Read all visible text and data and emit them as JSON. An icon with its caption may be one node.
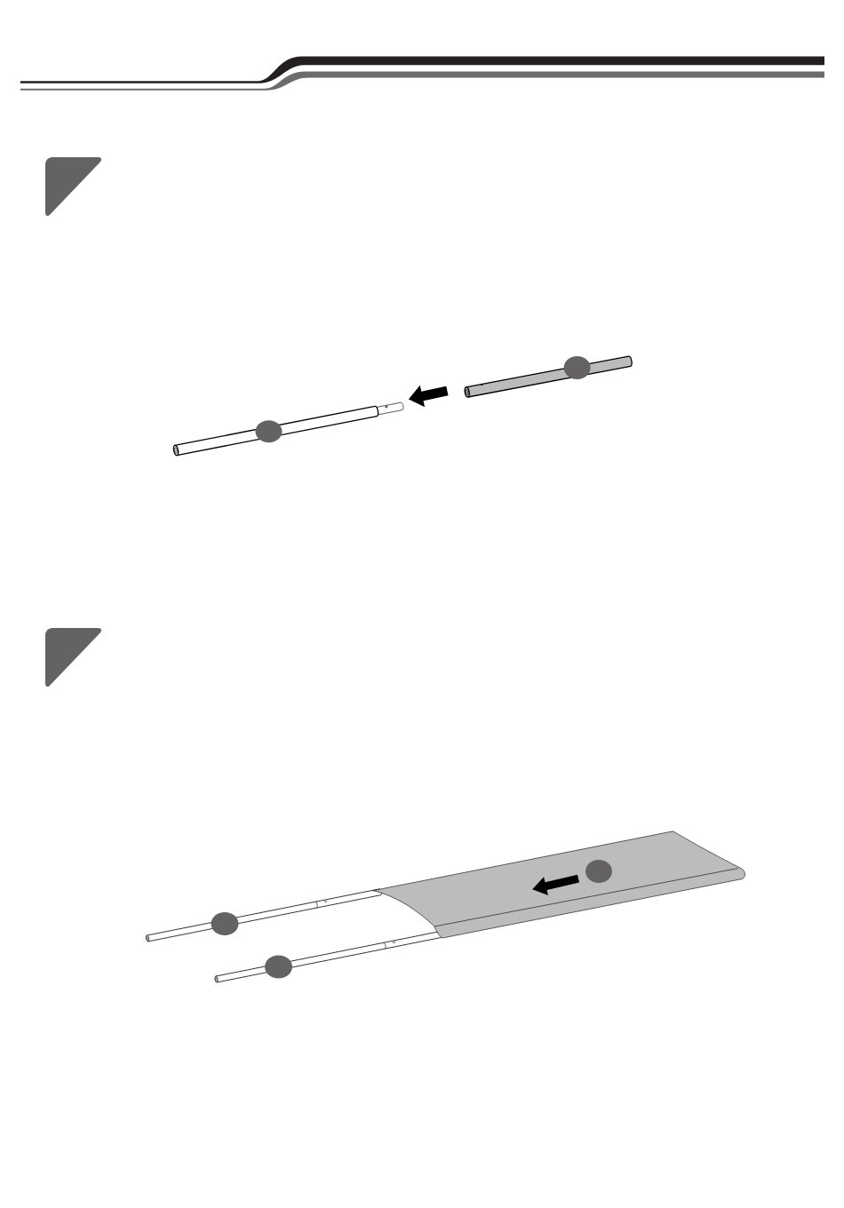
{
  "diagram": {
    "nodes": [
      {
        "text": [],
        "shape": "cylinder"
      },
      {
        "text": [],
        "shape": "cylinder"
      },
      {
        "text": [],
        "shape": "cylinder"
      },
      {
        "text": [],
        "shape": "cylinder"
      }
    ],
    "edges": [
      {
        "from": 1,
        "to": 0,
        "arrow": "to"
      }
    ]
  }
}
